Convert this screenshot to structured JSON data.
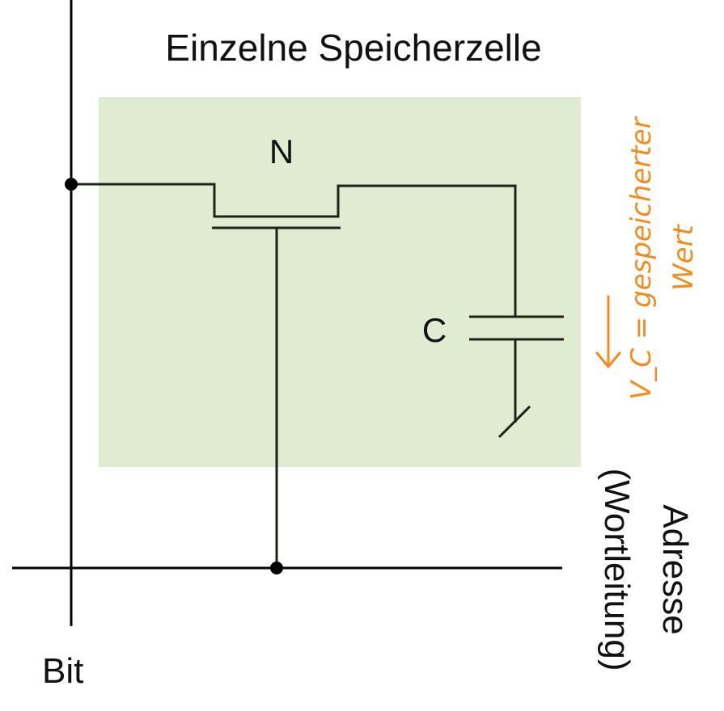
{
  "title": "Einzelne Speicherzelle",
  "transistor_label": "N",
  "capacitor_label": "C",
  "bit_line_label": "Bit",
  "word_line_label": "Adresse",
  "word_line_sublabel": "(Wortleitung)",
  "annotation": {
    "line1": "V_C = gespeicherter",
    "line2": "Wert"
  },
  "colors": {
    "cell_background": "#e0ecd2",
    "wire": "#1c2318",
    "line": "#000000",
    "annotation": "#f28c1f"
  }
}
